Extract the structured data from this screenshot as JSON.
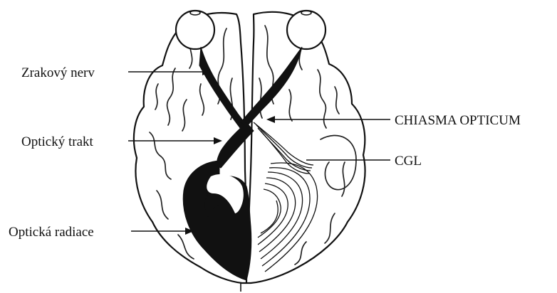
{
  "labels": {
    "optic_nerve": "Zrakový nerv",
    "optic_tract": "Optický trakt",
    "optic_radiation": "Optická radiace",
    "chiasma": "CHIASMA OPTICUM",
    "cgl": "CGL"
  },
  "colors": {
    "ink": "#111111",
    "background": "#ffffff"
  }
}
